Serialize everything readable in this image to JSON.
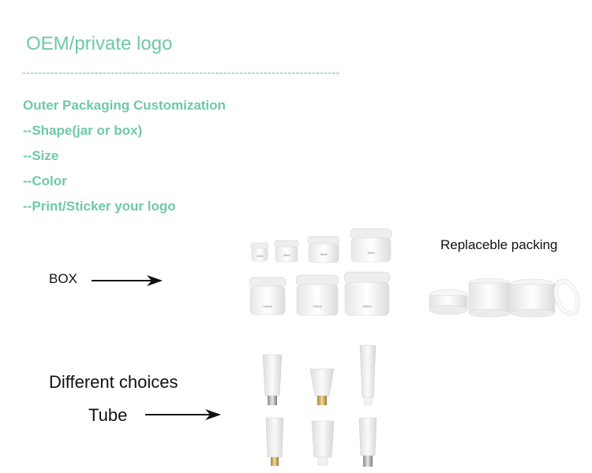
{
  "header": {
    "title": "OEM/private logo",
    "divider": "-------------------------------------------------------------------------------"
  },
  "customization": {
    "items": [
      "Outer Packaging Customization",
      "--Shape(jar or box)",
      "--Size",
      "--Color",
      "--Print/Sticker your logo"
    ]
  },
  "box_section": {
    "label": "BOX",
    "replace_label": "Replaceble packing",
    "jar_labels": [
      "10ml",
      "20ml",
      "30ml",
      "50ml",
      "100ml",
      "200ml",
      "250ml"
    ]
  },
  "tube_section": {
    "choices_label": "Different choices",
    "tube_label": "Tube"
  },
  "colors": {
    "accent": "#6ec9a6",
    "text": "#111111"
  }
}
